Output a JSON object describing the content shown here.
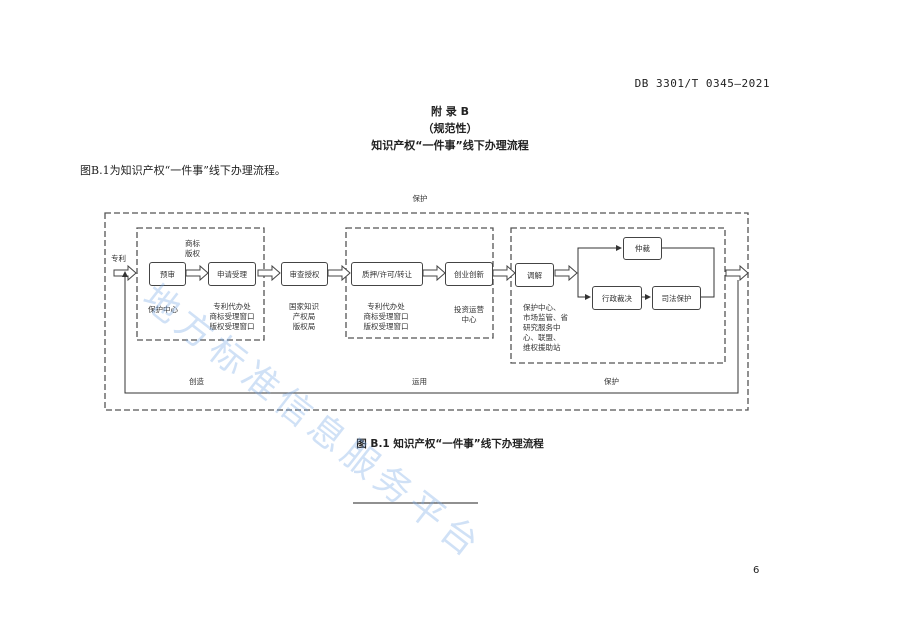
{
  "header": {
    "doc_number": "DB 3301/T 0345—2021"
  },
  "title": {
    "appendix": "附 录 B",
    "nature": "（规范性）",
    "name": "知识产权“一件事”线下办理流程"
  },
  "intro": "图B.1为知识产权“一件事”线下办理流程。",
  "diagram": {
    "top_label": "保护",
    "input_label": "专利",
    "input_label2": [
      "商标",
      "版权"
    ],
    "boxes": {
      "prereview": "预审",
      "accept": "申请受理",
      "examine": "审查授权",
      "pledge": "质押/许可/转让",
      "startup": "创业创新",
      "mediate": "调解",
      "arbitrate": "仲裁",
      "admin": "行政裁决",
      "judicial": "司法保护"
    },
    "notes": {
      "center": "保护中心",
      "windows1": [
        "专利代办处",
        "商标受理窗口",
        "版权受理窗口"
      ],
      "office": [
        "国家知识",
        "产权局",
        "版权局"
      ],
      "windows2": [
        "专利代办处",
        "商标受理窗口",
        "版权受理窗口"
      ],
      "invest": [
        "投资运营",
        "中心"
      ],
      "protect": [
        "保护中心、",
        "市场监管、省",
        "研究服务中",
        "心、联盟、",
        "维权援助站"
      ]
    },
    "bottom_labels": {
      "create": "创造",
      "use": "运用",
      "protect": "保护"
    }
  },
  "caption": "图 B.1  知识产权“一件事”线下办理流程",
  "watermark": "地方标准信息服务平台",
  "page_number": "6"
}
